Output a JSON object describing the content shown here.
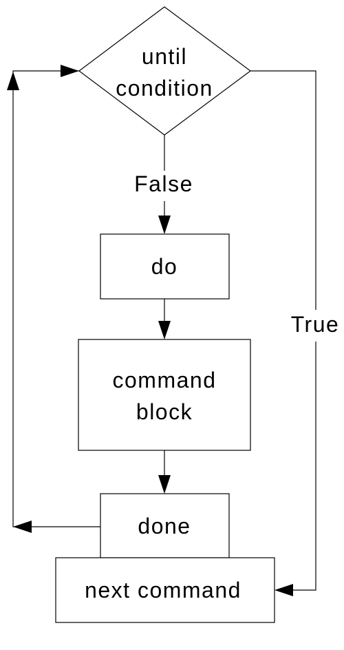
{
  "flowchart": {
    "decision": {
      "line1": "until",
      "line2": "condition"
    },
    "edge_false_label": "False",
    "edge_true_label": "True",
    "do_box": "do",
    "command_box": {
      "line1": "command",
      "line2": "block"
    },
    "done_box": "done",
    "next_box": "next command"
  }
}
